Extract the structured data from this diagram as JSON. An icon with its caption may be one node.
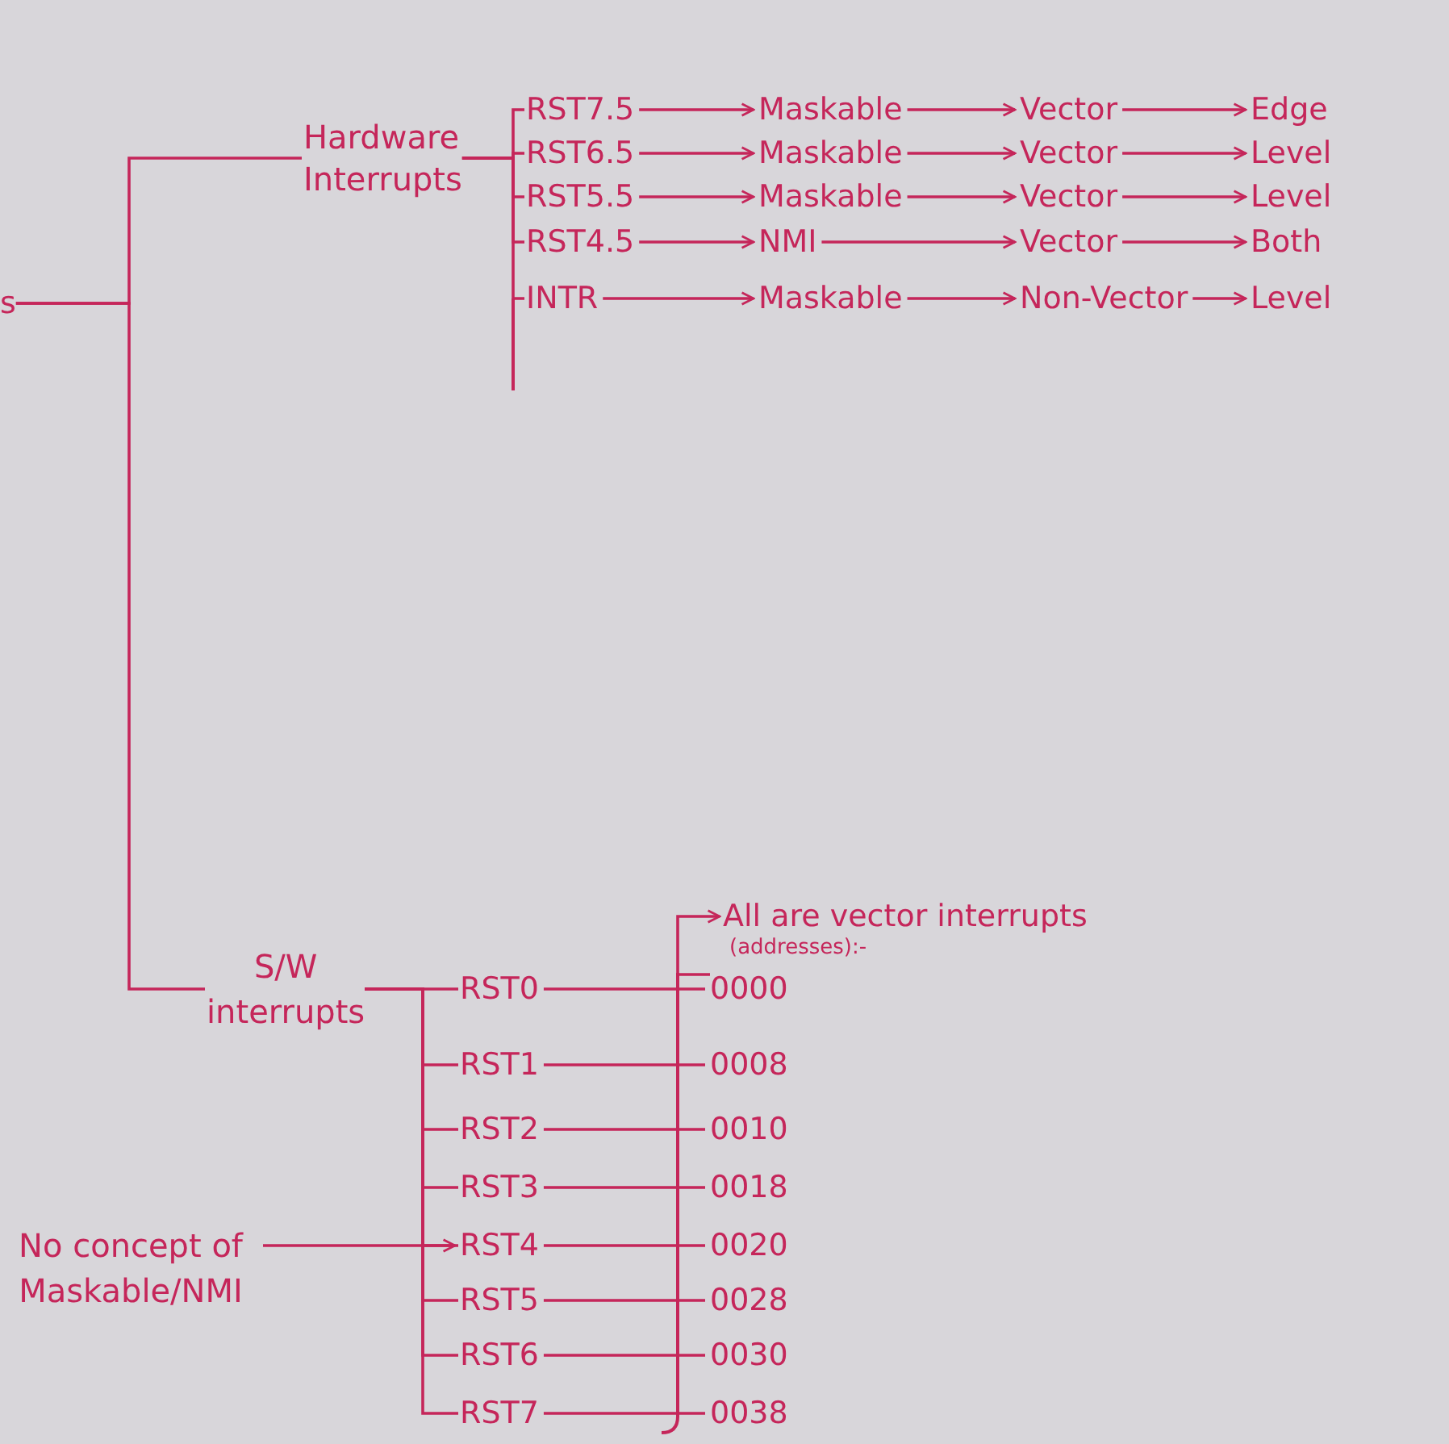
{
  "diagram": {
    "nodes": [
      {
        "text": [
          "s"
        ]
      },
      {
        "text": [
          "Hardware Interrupts"
        ]
      },
      {
        "text": [
          "RST7.5"
        ]
      },
      {
        "text": [
          "RST6.5"
        ]
      },
      {
        "text": [
          "RST5.5"
        ]
      },
      {
        "text": [
          "RST4.5"
        ]
      },
      {
        "text": [
          "INTR"
        ]
      },
      {
        "text": [
          "Maskable"
        ]
      },
      {
        "text": [
          "Maskable"
        ]
      },
      {
        "text": [
          "Maskable"
        ]
      },
      {
        "text": [
          "NMI"
        ]
      },
      {
        "text": [
          "Maskable"
        ]
      },
      {
        "text": [
          "Vector"
        ]
      },
      {
        "text": [
          "Vector"
        ]
      },
      {
        "text": [
          "Vector"
        ]
      },
      {
        "text": [
          "Vector"
        ]
      },
      {
        "text": [
          "Non-Vector"
        ]
      },
      {
        "text": [
          "Edge"
        ]
      },
      {
        "text": [
          "Level"
        ]
      },
      {
        "text": [
          "Level"
        ]
      },
      {
        "text": [
          "Both"
        ]
      },
      {
        "text": [
          "Level"
        ]
      },
      {
        "text": [
          "S/W interrupts"
        ]
      },
      {
        "text": [
          "RST0"
        ]
      },
      {
        "text": [
          "RST1"
        ]
      },
      {
        "text": [
          "RST2"
        ]
      },
      {
        "text": [
          "RST3"
        ]
      },
      {
        "text": [
          "RST4"
        ]
      },
      {
        "text": [
          "RST5"
        ]
      },
      {
        "text": [
          "RST6"
        ]
      },
      {
        "text": [
          "RST7"
        ]
      },
      {
        "text": [
          "All are vector interrupts"
        ]
      },
      {
        "text": [
          "0000"
        ]
      },
      {
        "text": [
          "0008"
        ]
      },
      {
        "text": [
          "0010"
        ]
      },
      {
        "text": [
          "0018"
        ]
      },
      {
        "text": [
          "0020"
        ]
      },
      {
        "text": [
          "0028"
        ]
      },
      {
        "text": [
          "0030"
        ]
      },
      {
        "text": [
          "0038"
        ]
      },
      {
        "text": [
          "No concept of Maskable/NMI"
        ]
      }
    ],
    "edges": [
      {
        "from": 0,
        "to": 1,
        "arrow": "none"
      },
      {
        "from": 0,
        "to": 22,
        "arrow": "none"
      },
      {
        "from": 1,
        "to": 2,
        "arrow": "none"
      },
      {
        "from": 1,
        "to": 3,
        "arrow": "none"
      },
      {
        "from": 1,
        "to": 4,
        "arrow": "none"
      },
      {
        "from": 1,
        "to": 5,
        "arrow": "none"
      },
      {
        "from": 1,
        "to": 6,
        "arrow": "none"
      },
      {
        "from": 2,
        "to": 7,
        "arrow": "to"
      },
      {
        "from": 3,
        "to": 8,
        "arrow": "to"
      },
      {
        "from": 4,
        "to": 9,
        "arrow": "to"
      },
      {
        "from": 5,
        "to": 10,
        "arrow": "to"
      },
      {
        "from": 6,
        "to": 11,
        "arrow": "to"
      },
      {
        "from": 7,
        "to": 12,
        "arrow": "to"
      },
      {
        "from": 8,
        "to": 13,
        "arrow": "to"
      },
      {
        "from": 9,
        "to": 14,
        "arrow": "to"
      },
      {
        "from": 10,
        "to": 15,
        "arrow": "to"
      },
      {
        "from": 11,
        "to": 16,
        "arrow": "to"
      },
      {
        "from": 12,
        "to": 17,
        "arrow": "to"
      },
      {
        "from": 13,
        "to": 18,
        "arrow": "to"
      },
      {
        "from": 14,
        "to": 19,
        "arrow": "to"
      },
      {
        "from": 15,
        "to": 20,
        "arrow": "to"
      },
      {
        "from": 16,
        "to": 21,
        "arrow": "to"
      },
      {
        "from": 22,
        "to": 23,
        "arrow": "none"
      },
      {
        "from": 22,
        "to": 24,
        "arrow": "none"
      },
      {
        "from": 22,
        "to": 25,
        "arrow": "none"
      },
      {
        "from": 22,
        "to": 26,
        "arrow": "none"
      },
      {
        "from": 22,
        "to": 27,
        "arrow": "none"
      },
      {
        "from": 22,
        "to": 28,
        "arrow": "none"
      },
      {
        "from": 22,
        "to": 29,
        "arrow": "none"
      },
      {
        "from": 22,
        "to": 30,
        "arrow": "none"
      },
      {
        "from": 23,
        "to": 32,
        "arrow": "none"
      },
      {
        "from": 24,
        "to": 33,
        "arrow": "none"
      },
      {
        "from": 25,
        "to": 34,
        "arrow": "none"
      },
      {
        "from": 26,
        "to": 35,
        "arrow": "none"
      },
      {
        "from": 27,
        "to": 36,
        "arrow": "none"
      },
      {
        "from": 28,
        "to": 37,
        "arrow": "none"
      },
      {
        "from": 29,
        "to": 38,
        "arrow": "none"
      },
      {
        "from": 30,
        "to": 39,
        "arrow": "none"
      },
      {
        "from": 32,
        "to": 31,
        "arrow": "to"
      },
      {
        "from": 40,
        "to": 27,
        "arrow": "to"
      }
    ],
    "labels": [
      "(addresses):-"
    ]
  }
}
